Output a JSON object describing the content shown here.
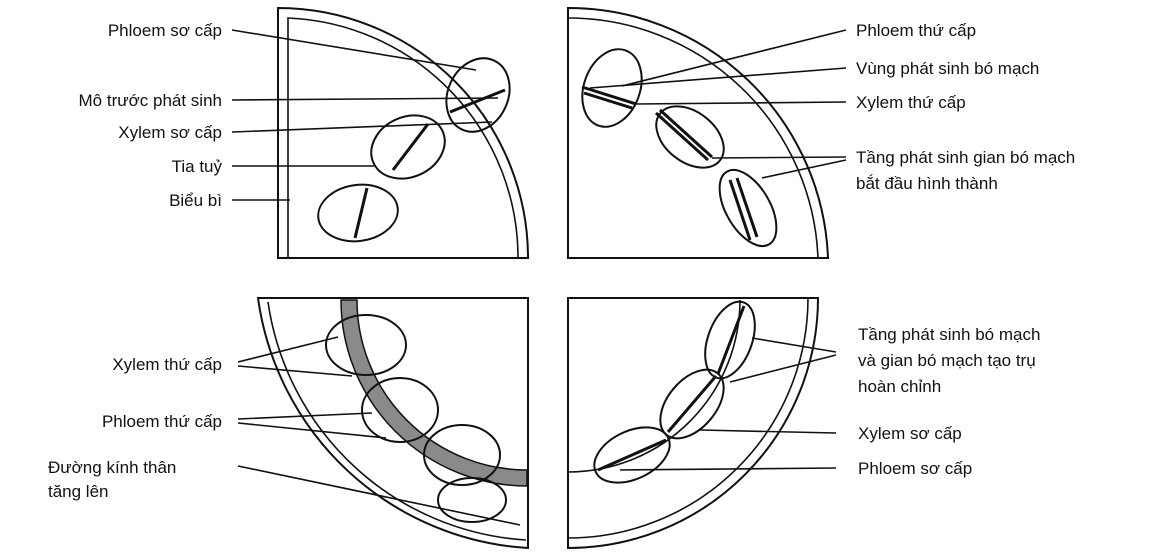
{
  "top_left": {
    "labels": [
      "Phloem sơ cấp",
      "Mô trước phát sinh",
      "Xylem sơ cấp",
      "Tia tuỷ",
      "Biểu bì"
    ]
  },
  "top_right": {
    "labels": [
      "Phloem thứ cấp",
      "Vùng phát sinh bó mạch",
      "Xylem thứ cấp",
      "Tầng phát sinh gian bó mạch",
      "bắt đầu hình thành"
    ]
  },
  "bottom_left": {
    "labels": [
      "Xylem thứ cấp",
      "Phloem thứ cấp",
      "Đường kính thân",
      "tăng lên"
    ]
  },
  "bottom_right": {
    "labels": [
      "Tầng phát sinh bó mạch",
      "và gian bó mạch tạo trụ",
      "hoàn chỉnh",
      "Xylem sơ cấp",
      "Phloem sơ cấp"
    ]
  }
}
